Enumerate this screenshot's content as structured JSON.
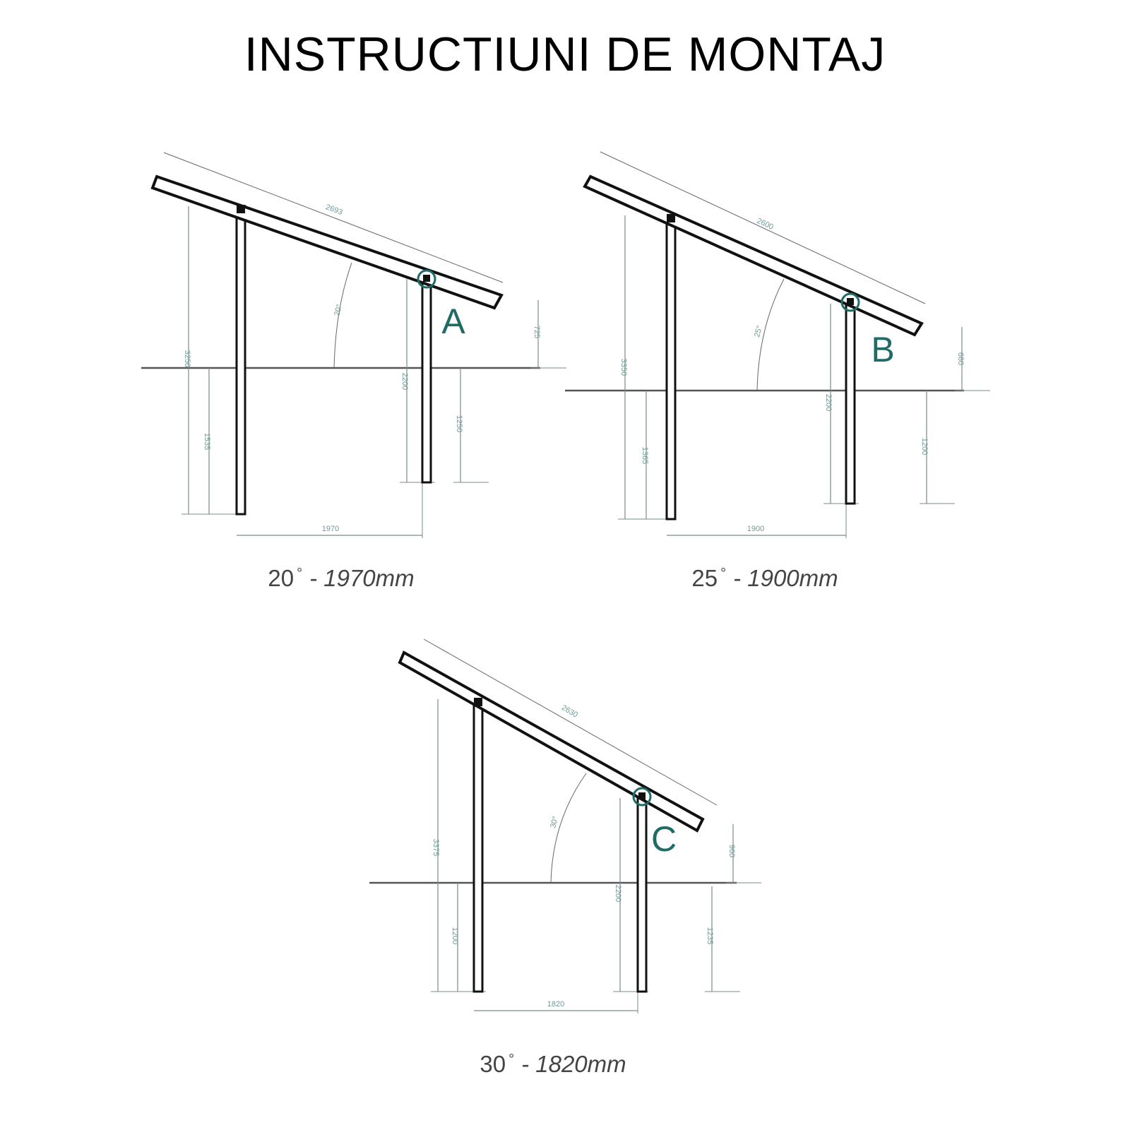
{
  "title": "INSTRUCTIUNI DE MONTAJ",
  "accent_color": "#1f6b66",
  "diagrams": [
    {
      "marker": "A",
      "caption": {
        "angle": "20",
        "degree": "°",
        "length": "- 1970mm"
      },
      "dims": {
        "beam": "2693",
        "angle": "20°",
        "left_total": "3250",
        "left_below": "1535",
        "right_total": "2200",
        "right_below": "1250",
        "overhang": "725",
        "spacing": "1970"
      }
    },
    {
      "marker": "B",
      "caption": {
        "angle": "25",
        "degree": "°",
        "length": "- 1900mm"
      },
      "dims": {
        "beam": "2600",
        "angle": "25°",
        "left_total": "3350",
        "left_below": "1365",
        "right_total": "2200",
        "right_below": "1200",
        "overhang": "680",
        "spacing": "1900"
      }
    },
    {
      "marker": "C",
      "caption": {
        "angle": "30",
        "degree": "°",
        "length": "- 1820mm"
      },
      "dims": {
        "beam": "2630",
        "angle": "30°",
        "left_total": "3375",
        "left_below": "1200",
        "right_total": "2200",
        "right_below": "1235",
        "overhang": "960",
        "spacing": "1820"
      }
    }
  ]
}
